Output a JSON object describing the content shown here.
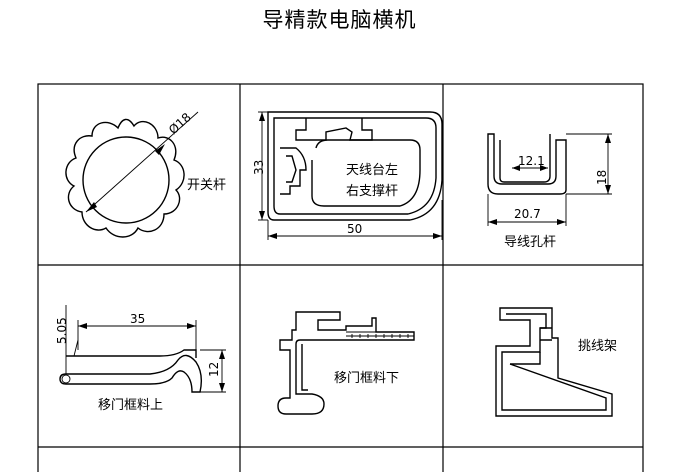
{
  "page": {
    "title": "导精款电脑横机"
  },
  "cells": {
    "switch_rod": {
      "label": "开关杆",
      "dim_diameter": "Ø18"
    },
    "support_rod": {
      "label_line1": "天线台左",
      "label_line2": "右支撑杆",
      "dim_height": "33",
      "dim_width": "50"
    },
    "guide_hole_rod": {
      "label": "导线孔杆",
      "dim_inner": "12.1",
      "dim_width": "20.7",
      "dim_height": "18"
    },
    "door_frame_upper": {
      "label": "移门框料上",
      "dim_length": "35",
      "dim_offset": "5.05",
      "dim_height": "12"
    },
    "door_frame_lower": {
      "label": "移门框料下"
    },
    "pick_rack": {
      "label": "挑线架"
    }
  }
}
